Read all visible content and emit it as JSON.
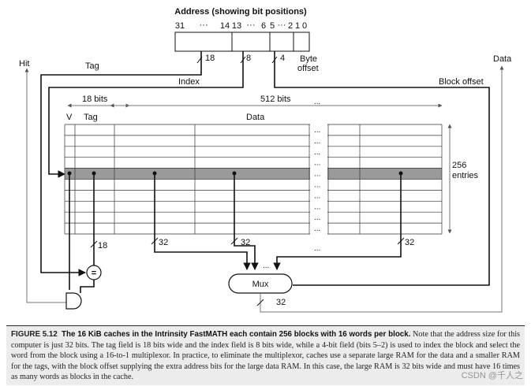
{
  "diagram": {
    "address_title": "Address (showing bit positions)",
    "bit_labels": {
      "b31": "31",
      "dots1": "···",
      "b14": "14",
      "b13": "13",
      "dots2": "···",
      "b6": "6",
      "b5": "5",
      "dots3": "···",
      "b2": "2",
      "b1": "1",
      "b0": "0"
    },
    "widths": {
      "tag": "18",
      "index": "8",
      "block_offset": "4",
      "tag_out": "18",
      "data_left": "32",
      "data_mid": "32",
      "data_right": "32",
      "mux_out": "32"
    },
    "labels": {
      "byte_offset_1": "Byte",
      "byte_offset_2": "offset",
      "hit": "Hit",
      "tag": "Tag",
      "index": "Index",
      "data_out": "Data",
      "block_offset": "Block offset",
      "bits18": "18 bits",
      "bits512": "512 bits",
      "col_v": "V",
      "col_tag": "Tag",
      "col_data": "Data",
      "entries_1": "256",
      "entries_2": "entries",
      "mux": "Mux",
      "equals": "=",
      "ellipsis": "..."
    }
  },
  "caption": {
    "figure": "FIGURE 5.12",
    "heading": "The 16 KiB caches in the Intrinsity FastMATH each contain 256 blocks with 16 words per block.",
    "body": "Note that the address size for this computer is just 32 bits. The tag field is 18 bits wide and the index field is 8 bits wide, while a 4-bit field (bits 5–2) is used to index the block and select the word from the block using a 16-to-1 multiplexor. In practice, to eliminate the multiplexor, caches use a separate large RAM for the data and a smaller RAM for the tags, with the block offset supplying the extra address bits for the large data RAM. In this case, the large RAM is 32 bits wide and must have 16 times as many words as blocks in the cache."
  },
  "watermark": "CSDN @千人之"
}
